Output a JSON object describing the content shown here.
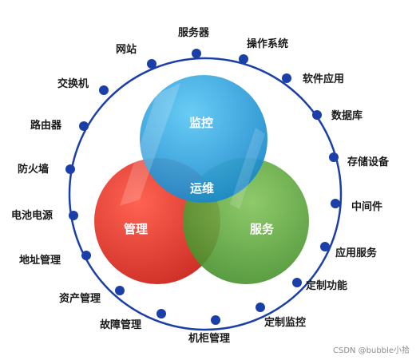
{
  "ring_items": [
    "服务器",
    "操作系统",
    "软件应用",
    "数据库",
    "存储设备",
    "中间件",
    "应用服务",
    "定制功能",
    "定制监控",
    "机柜管理",
    "故障管理",
    "资产管理",
    "地址管理",
    "电池电源",
    "防火墙",
    "路由器",
    "交换机",
    "网站"
  ],
  "circles": {
    "monitor": "监控",
    "manage": "管理",
    "service": "服务",
    "center": "运维"
  },
  "watermark": "CSDN @bubble小拾",
  "colors": {
    "ring": "#1b3fa8",
    "dot": "#1b3fa8",
    "monitor": "#2aa8e0",
    "manage": "#e8352a",
    "service": "#5ea43a"
  }
}
